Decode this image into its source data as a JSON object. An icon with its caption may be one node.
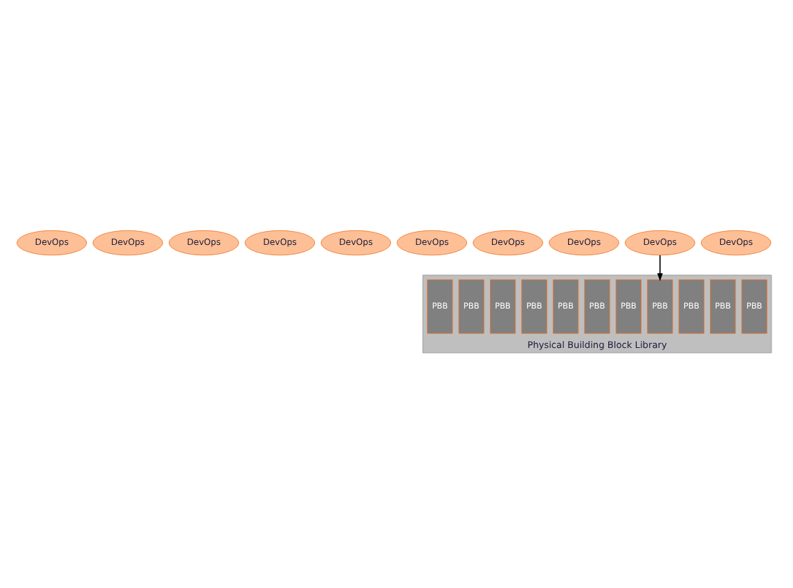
{
  "diagram": {
    "nodes": [
      {
        "text": [
          "DevOps"
        ]
      },
      {
        "text": [
          "DevOps"
        ]
      },
      {
        "text": [
          "DevOps"
        ]
      },
      {
        "text": [
          "DevOps"
        ]
      },
      {
        "text": [
          "DevOps"
        ]
      },
      {
        "text": [
          "DevOps"
        ]
      },
      {
        "text": [
          "DevOps"
        ]
      },
      {
        "text": [
          "DevOps"
        ]
      },
      {
        "text": [
          "DevOps"
        ]
      },
      {
        "text": [
          "DevOps"
        ]
      },
      {
        "text": [
          "Physical Building Block Library"
        ]
      },
      {
        "text": [
          "PBB"
        ],
        "in": 10
      },
      {
        "text": [
          "PBB"
        ],
        "in": 10
      },
      {
        "text": [
          "PBB"
        ],
        "in": 10
      },
      {
        "text": [
          "PBB"
        ],
        "in": 10
      },
      {
        "text": [
          "PBB"
        ],
        "in": 10
      },
      {
        "text": [
          "PBB"
        ],
        "in": 10
      },
      {
        "text": [
          "PBB"
        ],
        "in": 10
      },
      {
        "text": [
          "PBB"
        ],
        "in": 10
      },
      {
        "text": [
          "PBB"
        ],
        "in": 10
      },
      {
        "text": [
          "PBB"
        ],
        "in": 10
      },
      {
        "text": [
          "PBB"
        ],
        "in": 10
      }
    ],
    "edges": [
      {
        "from": 8,
        "to": 14,
        "arrow": "to"
      }
    ]
  }
}
